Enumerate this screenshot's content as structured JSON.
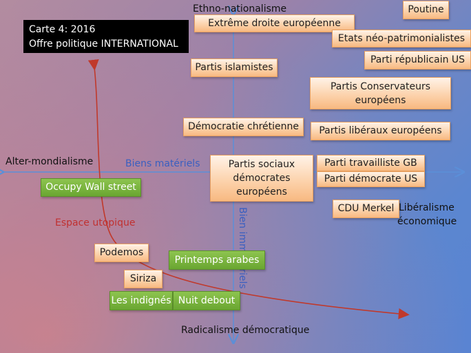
{
  "title": {
    "line1": "Carte 4:  2016",
    "line2": "Offre politique  INTERNATIONAL"
  },
  "axes": {
    "top": "Ethno-nationalisme",
    "bottom": "Radicalisme démocratique",
    "left": "Alter-mondialisme",
    "right_line1": "Libéralisme",
    "right_line2": "économique",
    "horizontal_label": "Biens matériels",
    "vertical_label": "Bien immatériels"
  },
  "zone_label": "Espace utopique",
  "colors": {
    "axis": "#5b8fd8",
    "curve": "#c0392b",
    "peach": "#fcd3ad",
    "green": "#6aa631",
    "blue_label": "#3a5fc0",
    "red_label": "#c03030"
  },
  "parties": {
    "poutine": "Poutine",
    "extreme_droite": "Extrême droite européenne",
    "etats_neo": "Etats néo-patrimonialistes",
    "republicain_us": "Parti républicain US",
    "islamistes": "Partis islamistes",
    "conservateurs": "Partis Conservateurs européens",
    "democratie_chretienne": "Démocratie chrétienne",
    "liberaux": "Partis libéraux européens",
    "sociaux_democrates": "Partis sociaux démocrates européens",
    "travailliste": "Parti travailliste GB",
    "democrate_us": "Parti démocrate US",
    "cdu_merkel": "CDU Merkel",
    "podemos": "Podemos",
    "siriza": "Siriza"
  },
  "movements": {
    "occupy": "Occupy Wall street",
    "printemps": "Printemps  arabes",
    "indignes": "Les indignés",
    "nuit_debout": "Nuit debout"
  }
}
